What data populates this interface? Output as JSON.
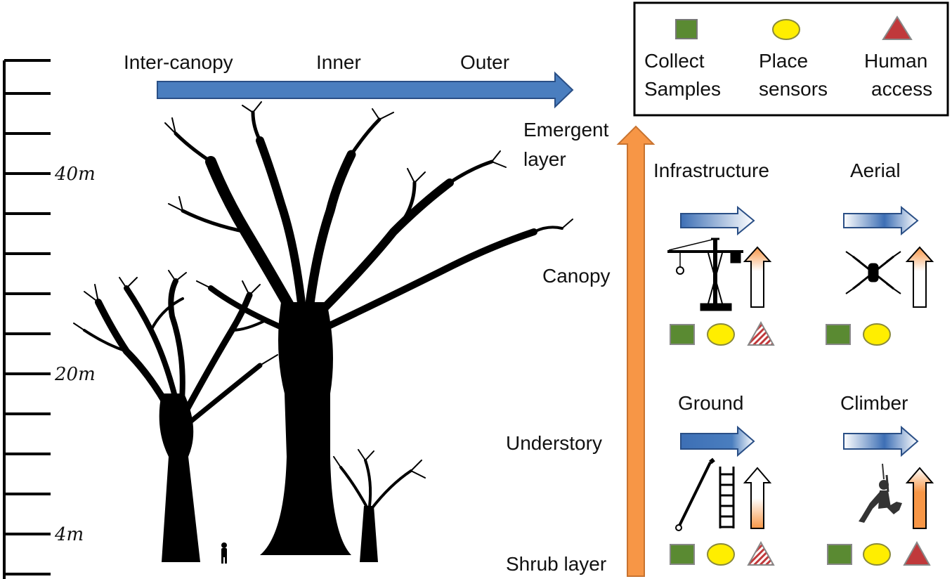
{
  "scale": {
    "ticks": [
      "40m",
      "20m",
      "4m"
    ]
  },
  "horizontal_axis": {
    "labels": [
      "Inter-canopy",
      "Inner",
      "Outer"
    ]
  },
  "vertical_axis": {
    "labels": [
      "Emergent layer",
      "Canopy",
      "Understory",
      "Shrub layer"
    ]
  },
  "legend": {
    "items": [
      {
        "line1": "Collect",
        "line2": "Samples",
        "symbol": "green-square",
        "color": "#5a8a32"
      },
      {
        "line1": "Place",
        "line2": "sensors",
        "symbol": "yellow-circle",
        "color": "#ffee00"
      },
      {
        "line1": "Human",
        "line2": "access",
        "symbol": "red-triangle",
        "color": "#c0393b"
      }
    ]
  },
  "methods": [
    {
      "name": "Infrastructure",
      "icon": "crane-icon",
      "tasks": [
        "square",
        "circle",
        "triangle-hatched"
      ]
    },
    {
      "name": "Aerial",
      "icon": "drone-icon",
      "tasks": [
        "square",
        "circle"
      ]
    },
    {
      "name": "Ground",
      "icon": "pole-ladder-icon",
      "tasks": [
        "square",
        "circle",
        "triangle-hatched"
      ]
    },
    {
      "name": "Climber",
      "icon": "climber-icon",
      "tasks": [
        "square",
        "circle",
        "triangle"
      ]
    }
  ],
  "colors": {
    "blue_arrow": "#4a7ebf",
    "orange_arrow": "#f79646",
    "square": "#5a8a32",
    "circle": "#ffee00",
    "triangle": "#c0393b"
  }
}
